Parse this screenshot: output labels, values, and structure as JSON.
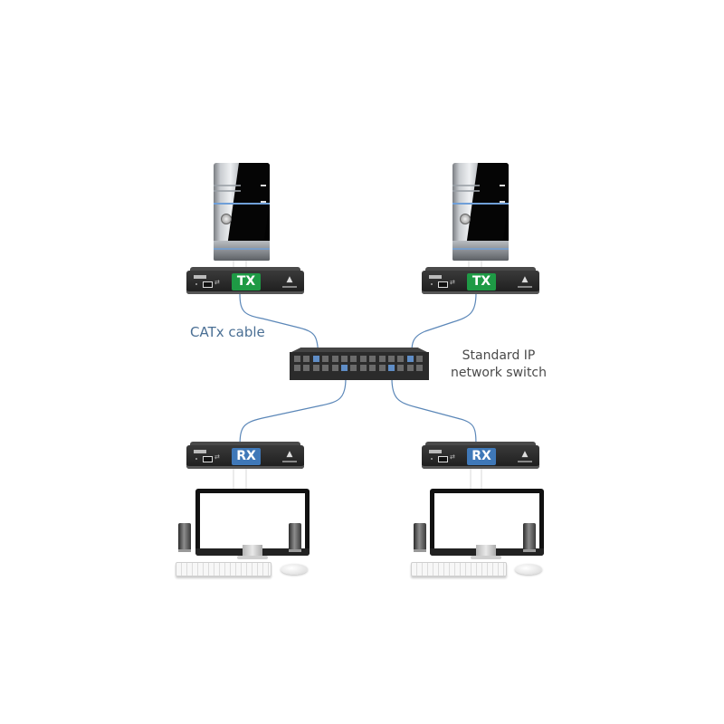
{
  "diagram": {
    "labels": {
      "cable": "CATx cable",
      "switch_line1": "Standard IP",
      "switch_line2": "network switch"
    },
    "transmitters": [
      {
        "id": "tx-left",
        "badge": "TX",
        "badge_color": "#1e9a45",
        "source": "pc-tower"
      },
      {
        "id": "tx-right",
        "badge": "TX",
        "badge_color": "#1e9a45",
        "source": "pc-tower"
      }
    ],
    "receivers": [
      {
        "id": "rx-left",
        "badge": "RX",
        "badge_color": "#3f78b8",
        "workstation": [
          "monitor",
          "speakers",
          "keyboard",
          "mouse"
        ]
      },
      {
        "id": "rx-right",
        "badge": "RX",
        "badge_color": "#3f78b8",
        "workstation": [
          "monitor",
          "speakers",
          "keyboard",
          "mouse"
        ]
      }
    ],
    "switch": {
      "rows": 2,
      "ports_per_row": 14,
      "active_ports_top": [
        3,
        13
      ],
      "active_ports_bottom": [
        6,
        11
      ]
    },
    "cable_color": "#5b87b8",
    "icons": [
      "pc-tower-icon",
      "extender-box-icon",
      "network-switch-icon",
      "monitor-icon",
      "speaker-icon",
      "keyboard-icon",
      "mouse-icon",
      "usb-icon"
    ]
  }
}
